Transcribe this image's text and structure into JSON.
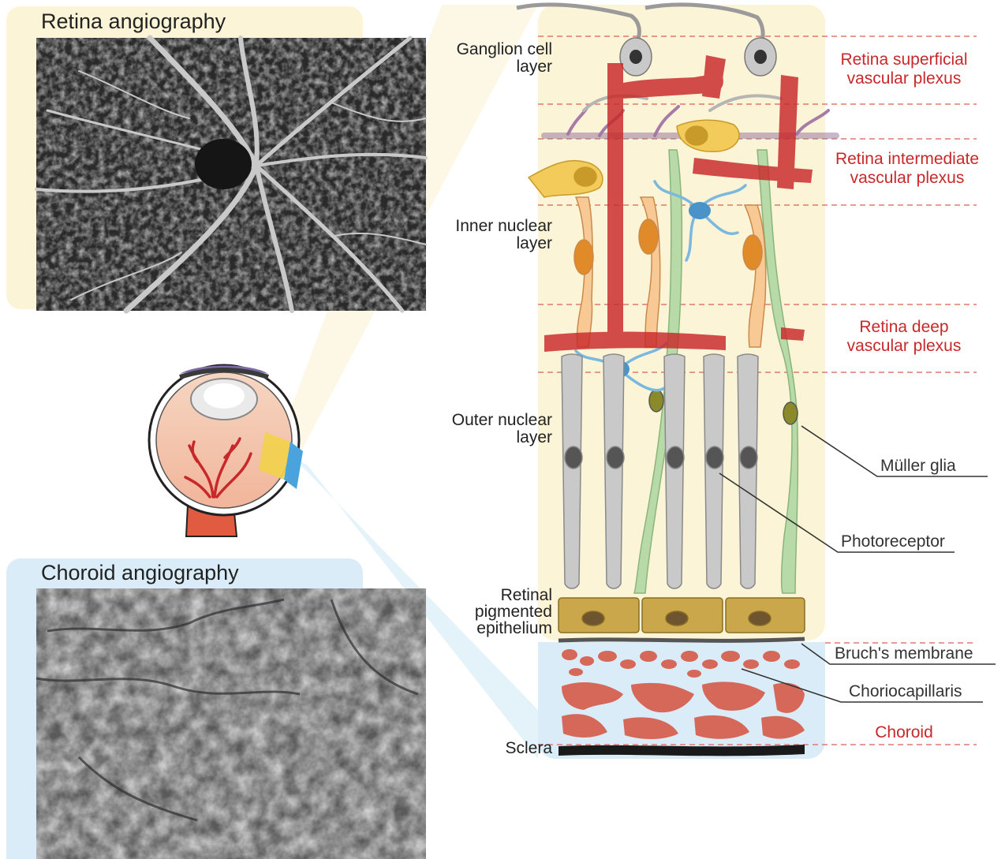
{
  "panels": {
    "retina_title": "Retina angiography",
    "choroid_title": "Choroid angiography"
  },
  "layers_left": {
    "ganglion": [
      "Ganglion cell",
      "layer"
    ],
    "inner_nuclear": [
      "Inner nuclear",
      "layer"
    ],
    "outer_nuclear": [
      "Outer nuclear",
      "layer"
    ],
    "rpe": [
      "Retinal",
      "pigmented",
      "epithelium"
    ],
    "sclera": "Sclera"
  },
  "plexus_labels": {
    "superficial": [
      "Retina superficial",
      "vascular plexus"
    ],
    "intermediate": [
      "Retina intermediate",
      "vascular plexus"
    ],
    "deep": [
      "Retina deep",
      "vascular plexus"
    ],
    "choroid": "Choroid"
  },
  "cell_labels": {
    "muller": "Müller glia",
    "photoreceptor": "Photoreceptor",
    "bruch": "Bruch's membrane",
    "choriocapillaris": "Choriocapillaris"
  },
  "colors": {
    "retina_bg": "#fbf4d6",
    "choroid_bg": "#d9ecf8",
    "vessel_red": "#c8282a",
    "boundary_dash": "#e07a6a",
    "muller_green": "#b8d9a8",
    "microglia_blue": "#7ab8e0",
    "photoreceptor_gray": "#b5b5b5",
    "rpe_olive": "#c9a74a"
  }
}
